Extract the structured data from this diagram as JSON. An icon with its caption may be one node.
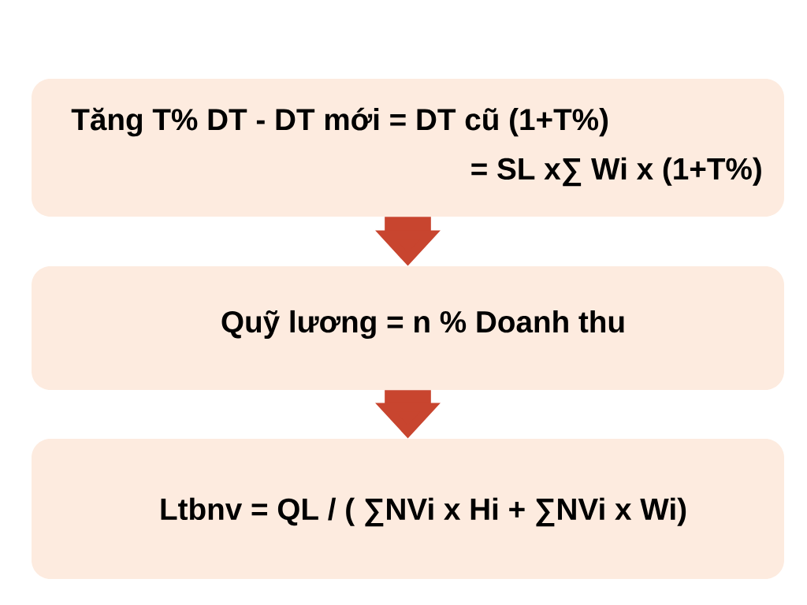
{
  "diagram": {
    "nodes": [
      {
        "text": [
          "Tăng T% DT - DT mới = DT cũ (1+T%)",
          "= SL x∑ Wi x (1+T%)"
        ]
      },
      {
        "text": [
          "Quỹ lương = n % Doanh thu"
        ]
      },
      {
        "text": [
          "Ltbnv = QL / ( ∑NVi x Hi  + ∑NVi x Wi)"
        ]
      }
    ],
    "edges": [
      {
        "from": 0,
        "to": 1,
        "arrow": "to"
      },
      {
        "from": 1,
        "to": 2,
        "arrow": "to"
      }
    ]
  }
}
